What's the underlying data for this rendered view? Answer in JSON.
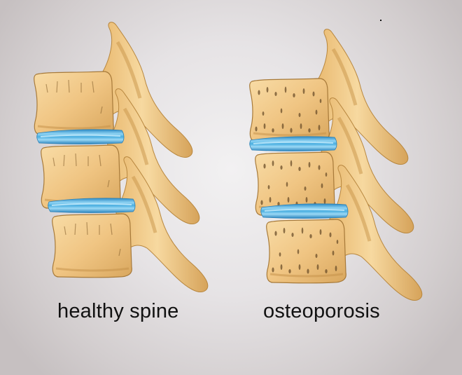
{
  "labels": {
    "left": "healthy spine",
    "right": "osteoporosis"
  },
  "colors": {
    "bone": "#f2c98a",
    "bone_shadow": "#c9994f",
    "bone_outline": "#9c7436",
    "disc": "#5fb8e6",
    "disc_light": "#a8dcf5",
    "disc_dark": "#2f8cc4",
    "pore": "#6b4e2a",
    "text": "#111111"
  },
  "panels": [
    {
      "name": "healthy-spine",
      "vertebrae": 3,
      "discs": 2,
      "porous": false
    },
    {
      "name": "osteoporosis-spine",
      "vertebrae": 3,
      "discs": 2,
      "porous": true
    }
  ]
}
